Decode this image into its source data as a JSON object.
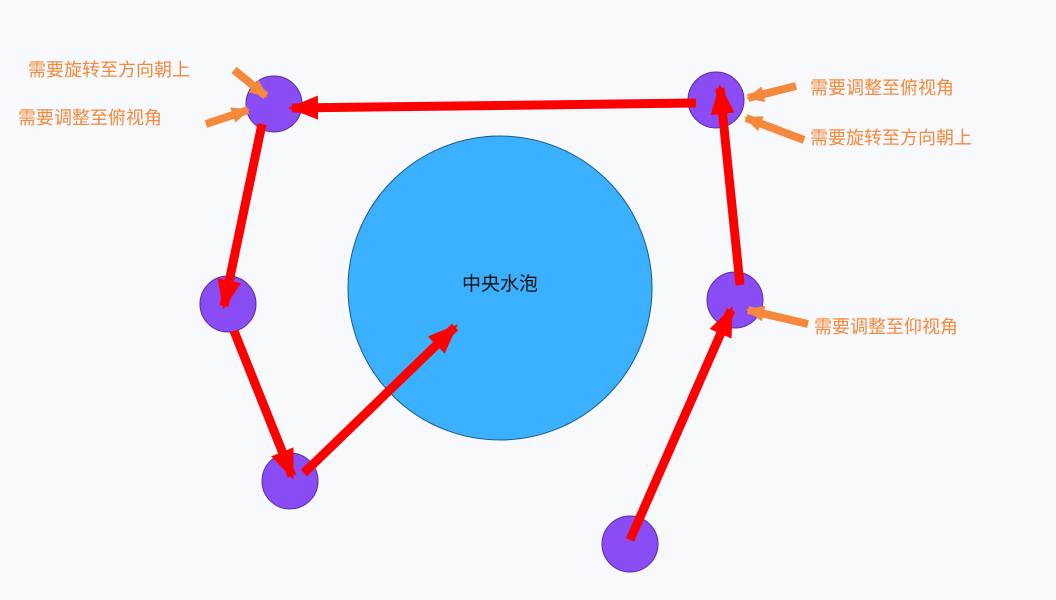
{
  "center": {
    "label": "中央水泡"
  },
  "labels": {
    "top_left_rotate": "需要旋转至方向朝上",
    "top_left_adjust": "需要调整至俯视角",
    "top_right_adjust": "需要调整至俯视角",
    "top_right_rotate": "需要旋转至方向朝上",
    "right_mid_adjust": "需要调整至仰视角"
  },
  "colors": {
    "node": "#8a4cf5",
    "arrow": "#ff0000",
    "label": "#f5883a",
    "bubble": "#3ab0ff",
    "background": "#f8f9fc"
  }
}
